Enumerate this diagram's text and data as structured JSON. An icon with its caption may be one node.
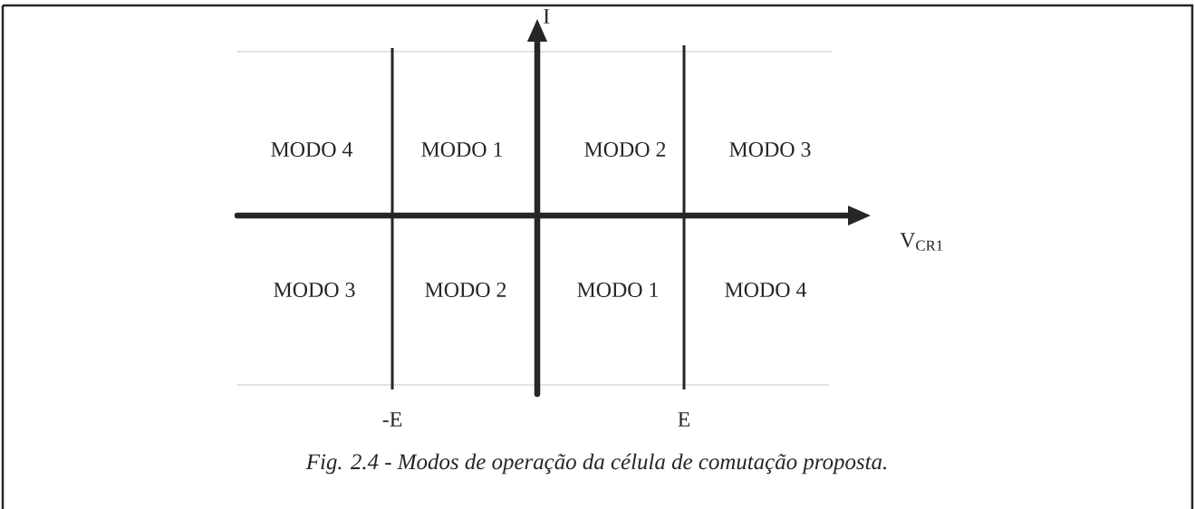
{
  "diagram": {
    "caption": "Fig. 2.4 - Modos de operação da célula de comutação proposta.",
    "labels": [
      "I",
      "MODO 4",
      "MODO 1",
      "MODO 2",
      "MODO 3",
      "V$_{CR1}$",
      "MODO 3",
      "MODO 2",
      "MODO 1",
      "MODO 4",
      "-E",
      "E"
    ]
  }
}
